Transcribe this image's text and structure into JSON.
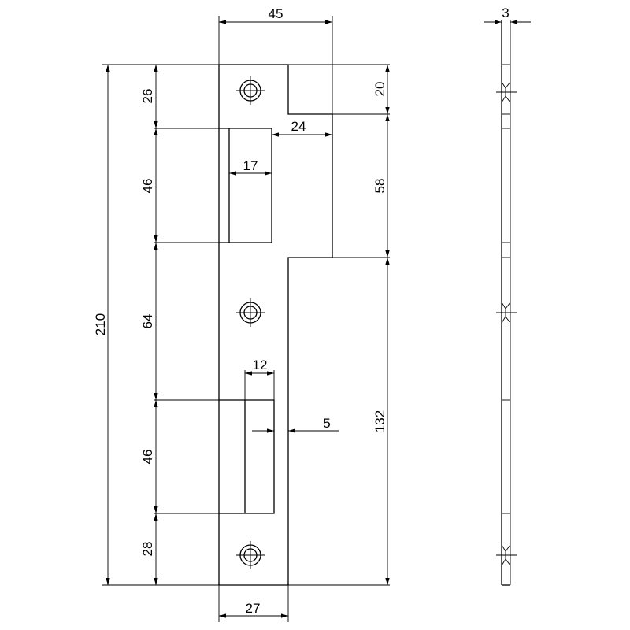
{
  "drawing": {
    "title": "Strike plate technical drawing",
    "dimensions": {
      "width_total": "45",
      "top_notch_height": "20",
      "notch_to_edge": "24",
      "upper_cutout_inner": "17",
      "mid_height": "58",
      "lower_right_height": "132",
      "lower_cutout_width": "12",
      "offset": "5",
      "bottom_width": "27",
      "overall_height": "210",
      "top_to_cutout": "26",
      "upper_cutout_height": "46",
      "between_cutouts": "64",
      "lower_cutout_height": "46",
      "bottom_margin": "28",
      "thickness": "3"
    }
  }
}
